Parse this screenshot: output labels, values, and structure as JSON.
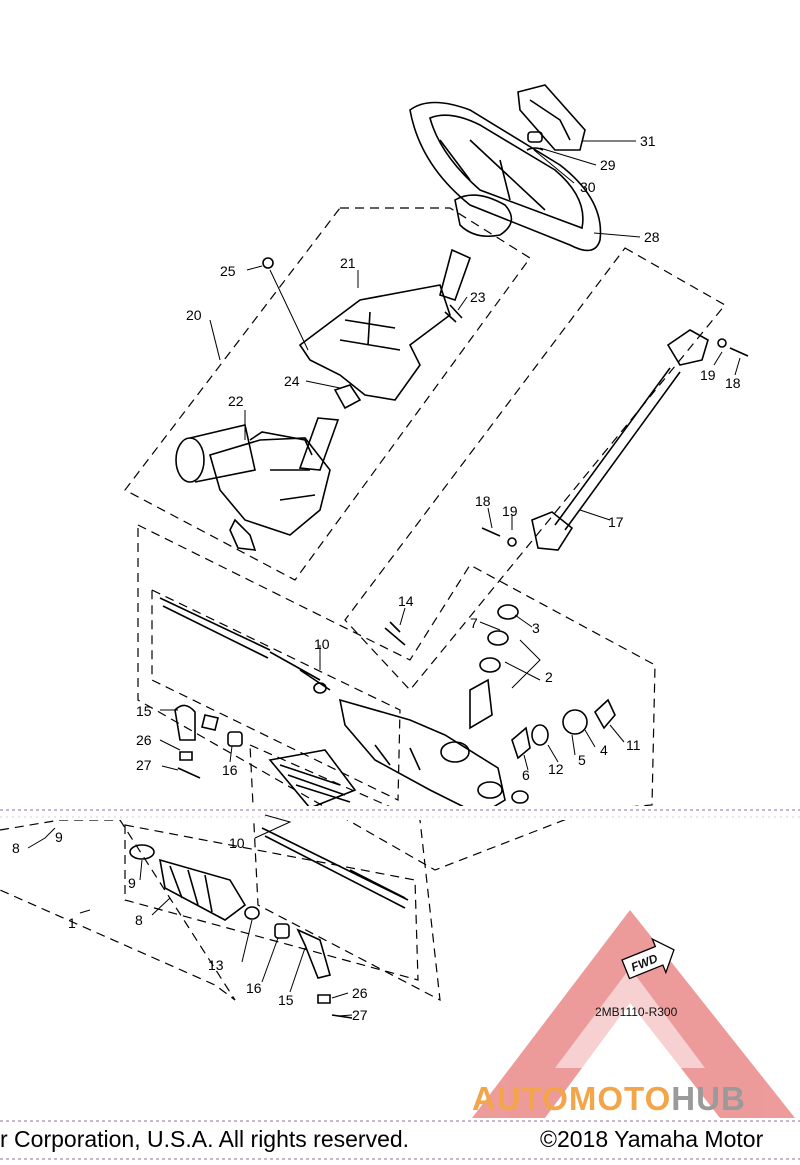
{
  "callouts": [
    {
      "id": "c31",
      "text": "31"
    },
    {
      "id": "c29",
      "text": "29"
    },
    {
      "id": "c30",
      "text": "30"
    },
    {
      "id": "c28",
      "text": "28"
    },
    {
      "id": "c25",
      "text": "25"
    },
    {
      "id": "c21",
      "text": "21"
    },
    {
      "id": "c23",
      "text": "23"
    },
    {
      "id": "c20",
      "text": "20"
    },
    {
      "id": "c24",
      "text": "24"
    },
    {
      "id": "c22",
      "text": "22"
    },
    {
      "id": "c19a",
      "text": "19"
    },
    {
      "id": "c18a",
      "text": "18"
    },
    {
      "id": "c18b",
      "text": "18"
    },
    {
      "id": "c19b",
      "text": "19"
    },
    {
      "id": "c17",
      "text": "17"
    },
    {
      "id": "c14",
      "text": "14"
    },
    {
      "id": "c7",
      "text": "7"
    },
    {
      "id": "c3",
      "text": "3"
    },
    {
      "id": "c10a",
      "text": "10"
    },
    {
      "id": "c2",
      "text": "2"
    },
    {
      "id": "c15a",
      "text": "15"
    },
    {
      "id": "c26a",
      "text": "26"
    },
    {
      "id": "c16a",
      "text": "16"
    },
    {
      "id": "c27a",
      "text": "27"
    },
    {
      "id": "c11",
      "text": "11"
    },
    {
      "id": "c4",
      "text": "4"
    },
    {
      "id": "c5",
      "text": "5"
    },
    {
      "id": "c12",
      "text": "12"
    },
    {
      "id": "c6",
      "text": "6"
    },
    {
      "id": "c8a",
      "text": "8"
    },
    {
      "id": "c9a",
      "text": "9"
    },
    {
      "id": "c10b",
      "text": "10"
    },
    {
      "id": "c9b",
      "text": "9"
    },
    {
      "id": "c8b",
      "text": "8"
    },
    {
      "id": "c1",
      "text": "1"
    },
    {
      "id": "c13",
      "text": "13"
    },
    {
      "id": "c16b",
      "text": "16"
    },
    {
      "id": "c15b",
      "text": "15"
    },
    {
      "id": "c26b",
      "text": "26"
    },
    {
      "id": "c27b",
      "text": "27"
    }
  ],
  "reference": {
    "code": "2MB1110-R300",
    "fwd": "FWD"
  },
  "watermark": {
    "part_a": "AUTOMOTO",
    "part_b": "HUB",
    "color_a": "#f3a54a",
    "color_b": "#9a9a9a",
    "mark_color": "#e87979"
  },
  "footer": {
    "left": "r Corporation, U.S.A. All rights reserved.",
    "right": "©2018 Yamaha Motor"
  }
}
